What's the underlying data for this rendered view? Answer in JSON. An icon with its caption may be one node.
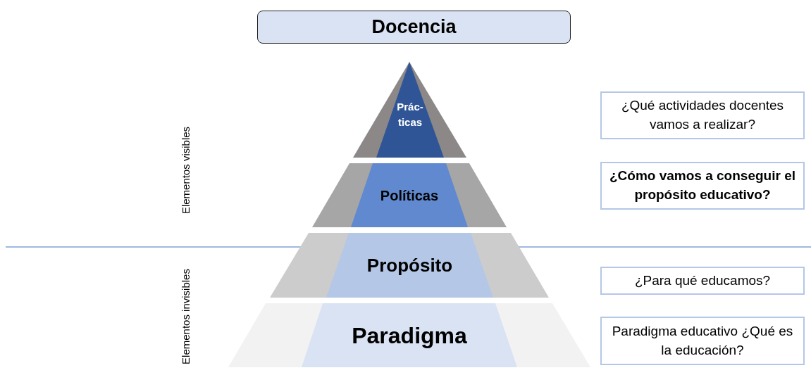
{
  "diagram": {
    "nodes": [
      {
        "text": [
          "Docencia"
        ]
      },
      {
        "text": [
          "Prác- ticas"
        ]
      },
      {
        "text": [
          "Políticas"
        ]
      },
      {
        "text": [
          "Propósito"
        ]
      },
      {
        "text": [
          "Paradigma"
        ]
      },
      {
        "text": [
          "¿Qué actividades docentes vamos a realizar?"
        ]
      },
      {
        "text": [
          "¿Cómo vamos a conseguir el propósito educativo?"
        ]
      },
      {
        "text": [
          "¿Para qué educamos?"
        ]
      },
      {
        "text": [
          "Paradigma educativo ¿Qué es la educación?"
        ]
      }
    ],
    "labels": [
      "Elementos visibles",
      "Elementos invisibles"
    ]
  }
}
